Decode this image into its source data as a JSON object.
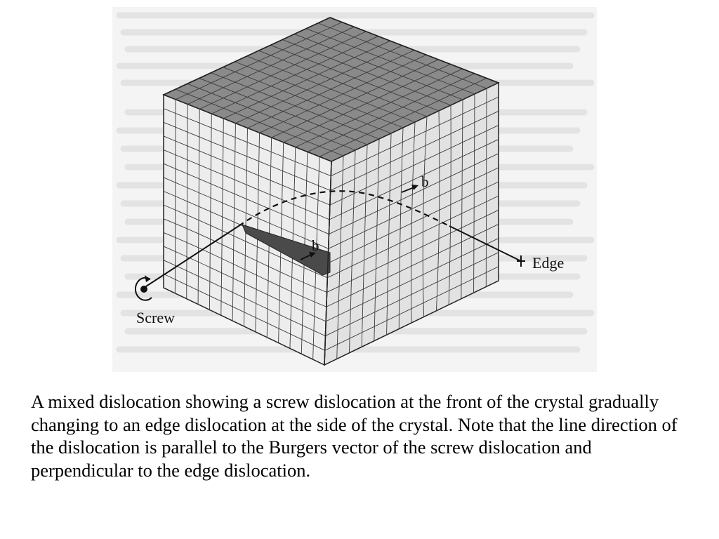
{
  "figure": {
    "labels": {
      "screw": "Screw",
      "edge": "Edge",
      "burgers_side": "b",
      "burgers_front": "b"
    },
    "colors": {
      "top_face": "#8a8a8a",
      "front_face": "#ededed",
      "right_face": "#e2e2e2",
      "grid_line": "#3a3a3a",
      "dislocation_line": "#111111"
    }
  },
  "caption": "A mixed dislocation showing a screw dislocation at the front of the crystal gradually changing to an edge dislocation at the side of the crystal.  Note that the line direction of the dislocation is parallel to the Burgers vector of the screw dislocation and perpendicular to the edge dislocation."
}
